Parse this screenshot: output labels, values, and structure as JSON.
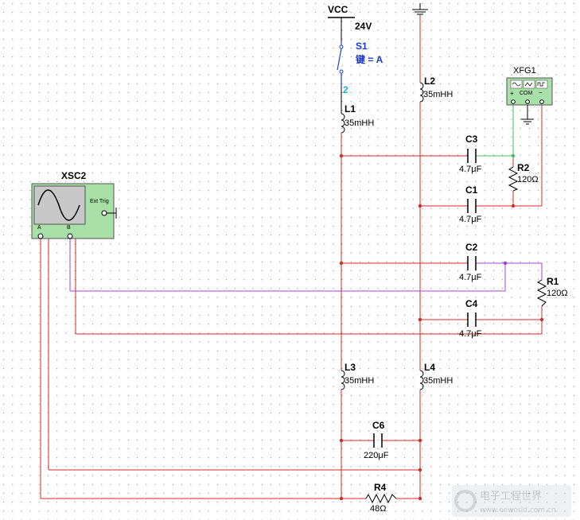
{
  "supply": {
    "name": "VCC",
    "voltage": "24V"
  },
  "switch": {
    "name": "S1",
    "key": "键 = A",
    "pin": "2"
  },
  "inductors": [
    {
      "name": "L1",
      "value": "35mHH"
    },
    {
      "name": "L2",
      "value": "35mHH"
    },
    {
      "name": "L3",
      "value": "35mHH"
    },
    {
      "name": "L4",
      "value": "35mHH"
    }
  ],
  "capacitors": [
    {
      "name": "C1",
      "value": "4.7μF"
    },
    {
      "name": "C2",
      "value": "4.7μF"
    },
    {
      "name": "C3",
      "value": "4.7μF"
    },
    {
      "name": "C4",
      "value": "4.7μF"
    },
    {
      "name": "C6",
      "value": "220μF"
    }
  ],
  "resistors": [
    {
      "name": "R1",
      "value": "120Ω"
    },
    {
      "name": "R2",
      "value": "120Ω"
    },
    {
      "name": "R4",
      "value": "48Ω"
    }
  ],
  "function_generator": {
    "name": "XFG1",
    "com_label": "COM",
    "plus": "+",
    "minus": "−"
  },
  "oscilloscope": {
    "name": "XSC2",
    "trigger": "Ext Trig",
    "channel_a": "A",
    "channel_b": "B"
  },
  "colors": {
    "wire_red": "#d42a2a",
    "wire_purple": "#a040d0",
    "wire_green": "#40c060",
    "wire_blue": "#2040d0",
    "instrument": "#a8e0a8"
  }
}
